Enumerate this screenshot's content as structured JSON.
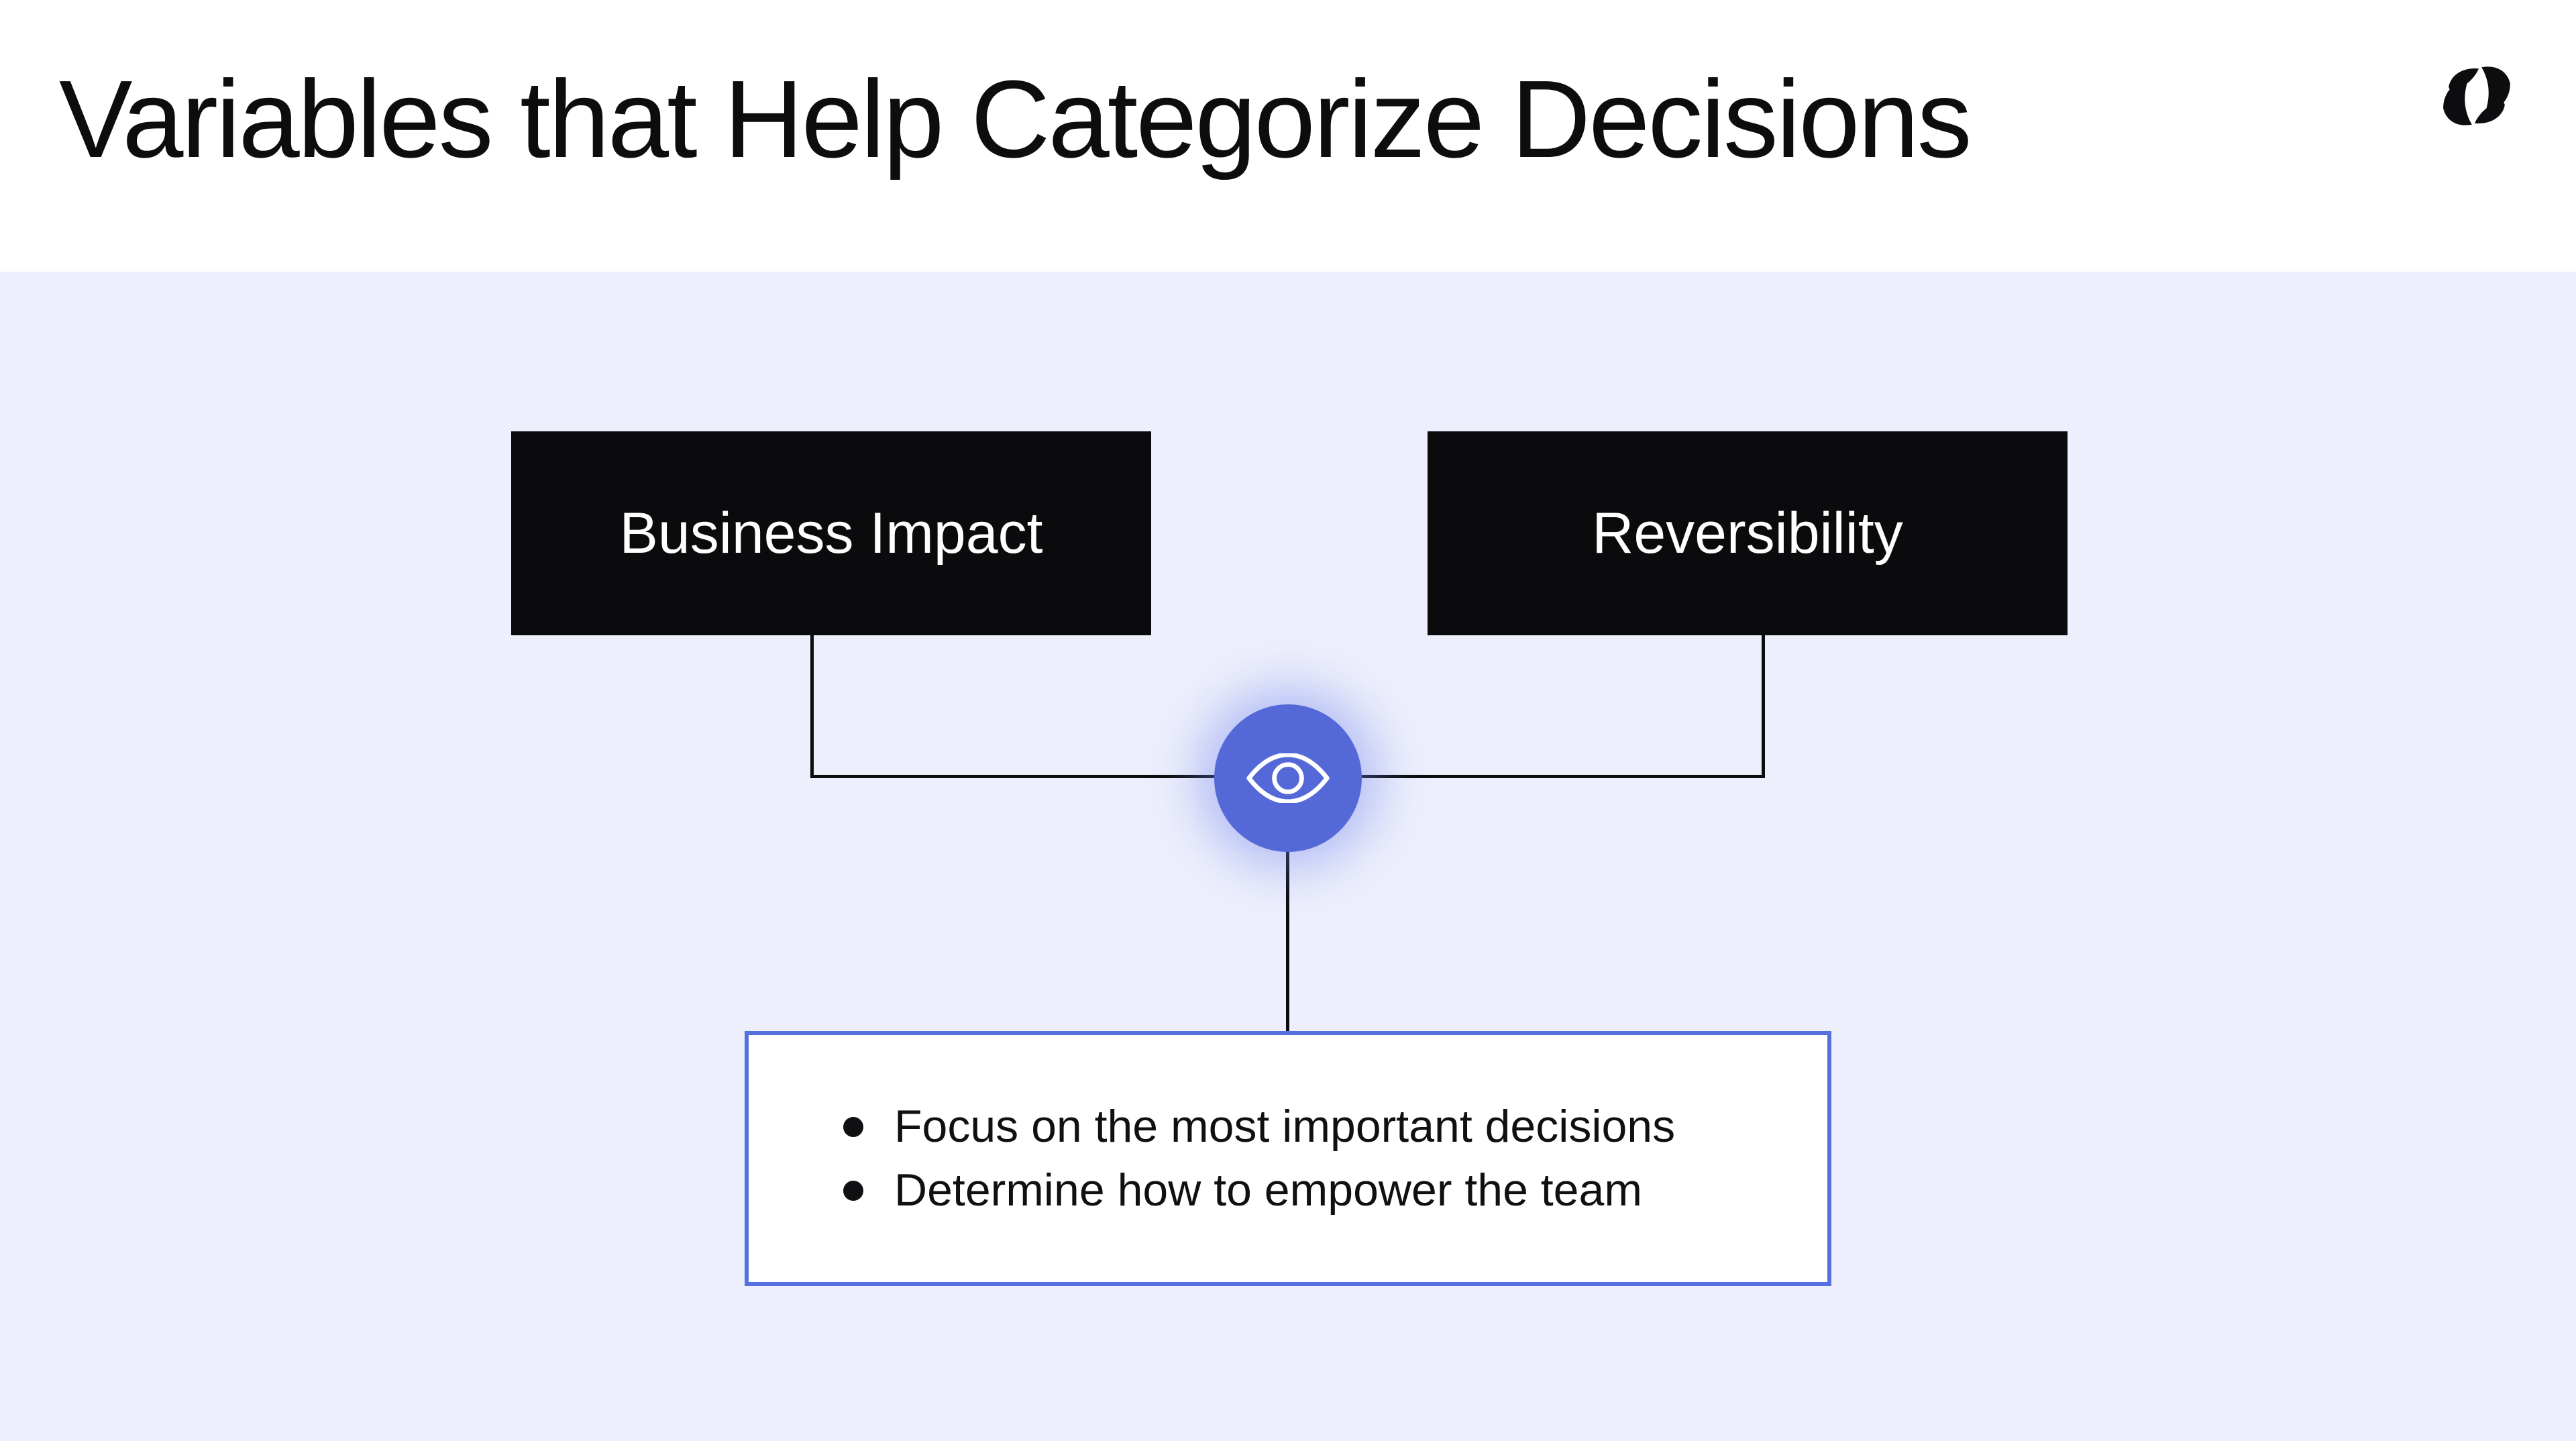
{
  "slide": {
    "title": "Variables that Help Categorize Decisions",
    "logo": "reforge-logo"
  },
  "diagram": {
    "variable_boxes": [
      {
        "label": "Business Impact"
      },
      {
        "label": "Reversibility"
      }
    ],
    "junction": {
      "icon": "eye-icon"
    },
    "outcome_box": {
      "bullets": [
        "Focus on the most important decisions",
        "Determine how to empower the team"
      ]
    }
  },
  "colors": {
    "header_background": "#FFFFFF",
    "canvas_background": "#EDEFFC",
    "variable_box_fill": "#0B0B0D",
    "variable_box_text": "#FFFFFF",
    "junction_fill": "#5469D7",
    "junction_glow": "rgba(110,130,235,0.45)",
    "outcome_border": "#5570DC",
    "connector": "#0D0D0F",
    "title_text": "#0D0D0F"
  }
}
